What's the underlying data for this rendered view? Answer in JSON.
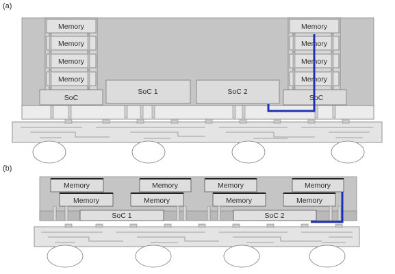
{
  "panel_a": {
    "label": "(a)",
    "left_stack": {
      "memory_labels": [
        "Memory",
        "Memory",
        "Memory",
        "Memory"
      ],
      "soc_label": "SoC"
    },
    "center_chips": [
      "SoC 1",
      "SoC 2"
    ],
    "right_stack": {
      "memory_labels": [
        "Memory",
        "Memory",
        "Memory",
        "Memory"
      ],
      "soc_label": "SoC"
    }
  },
  "panel_b": {
    "label": "(b)",
    "top_memories": [
      "Memory",
      "Memory",
      "Memory",
      "Memory"
    ],
    "lower_memories": [
      "Memory",
      "Memory",
      "Memory",
      "Memory"
    ],
    "socs": [
      "SoC 1",
      "SoC 2"
    ]
  },
  "colors": {
    "mold": "#c5c5c5",
    "chip": "#dcdcdc",
    "substrate": "#e8e8e8",
    "outline": "#7a7a7a",
    "highlight_path": "#1f2fb8"
  }
}
